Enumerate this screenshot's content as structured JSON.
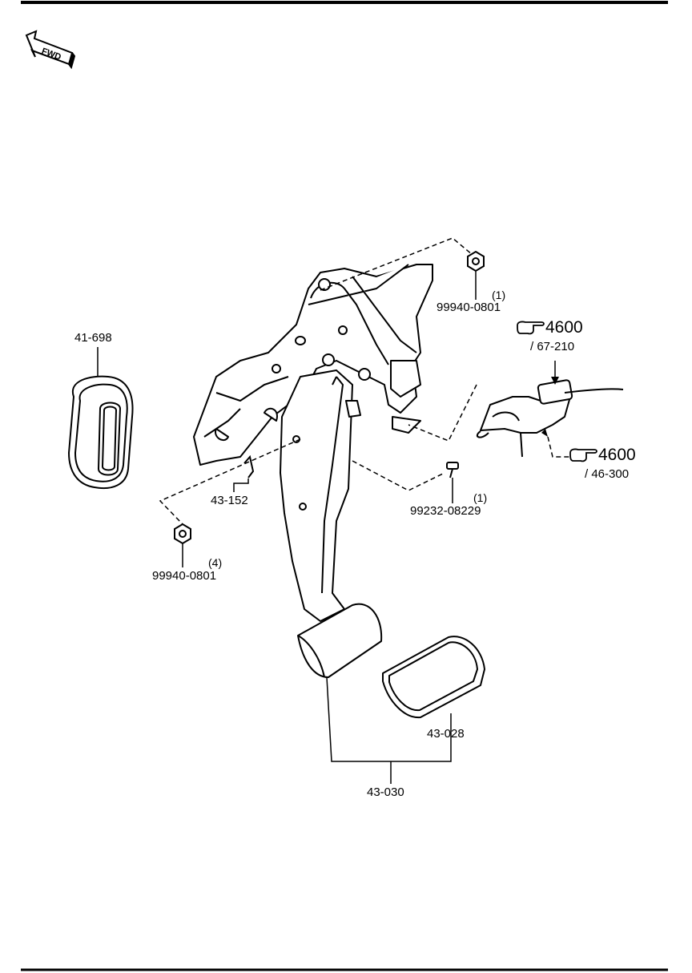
{
  "fwd_label": "FWD",
  "labels": {
    "grommet": "41-698",
    "nut_top": "99940-0801",
    "nut_top_qty": "(1)",
    "clip": "43-152",
    "bolt": "99232-08229",
    "bolt_qty": "(1)",
    "nut_bottom": "99940-0801",
    "nut_bottom_qty": "(4)",
    "pad": "43-028",
    "pedal_assembly": "43-030"
  },
  "references": [
    {
      "page": "4600",
      "sub": "/ 67-210"
    },
    {
      "page": "4600",
      "sub": "/ 46-300"
    }
  ],
  "colors": {
    "line": "#000000",
    "background": "#ffffff"
  }
}
